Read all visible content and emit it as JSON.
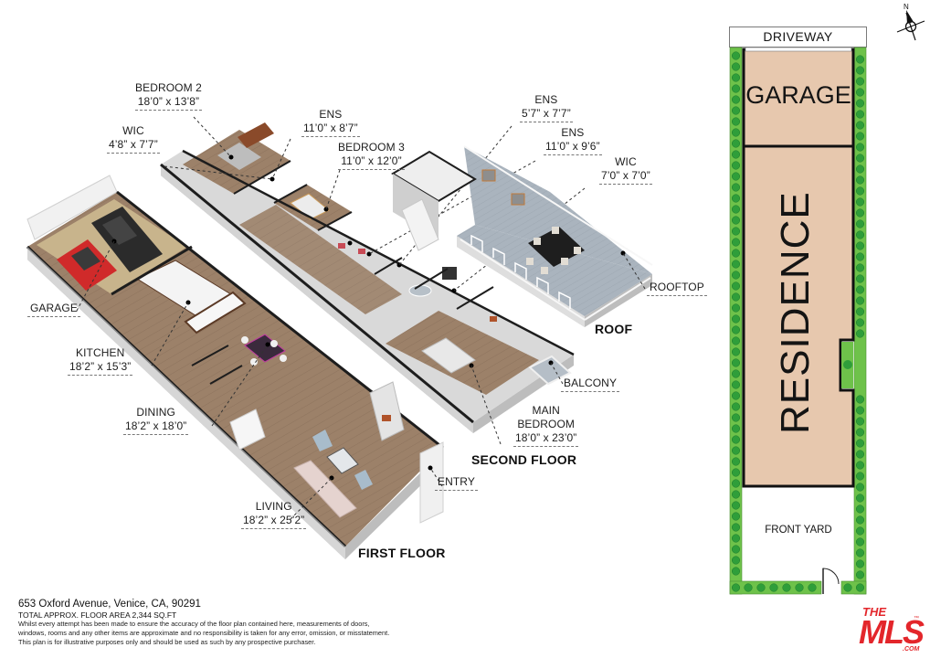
{
  "floors": {
    "first": {
      "title": "FIRST FLOOR",
      "rooms": [
        {
          "name": "GARAGE",
          "dims": ""
        },
        {
          "name": "KITCHEN",
          "dims": "18’2” x 15’3”"
        },
        {
          "name": "DINING",
          "dims": "18’2” x 18’0”"
        },
        {
          "name": "LIVING",
          "dims": "18’2” x 25’2”"
        },
        {
          "name": "ENTRY",
          "dims": ""
        }
      ]
    },
    "second": {
      "title": "SECOND FLOOR",
      "rooms": [
        {
          "name": "BEDROOM 2",
          "dims": "18’0” x 13’8”"
        },
        {
          "name": "WIC",
          "dims": "4’8” x 7’7”"
        },
        {
          "name": "ENS",
          "dims": "11’0” x 8’7”"
        },
        {
          "name": "BEDROOM 3",
          "dims": "11’0” x 12’0”"
        },
        {
          "name": "ENS",
          "dims": "5’7” x 7’7”"
        },
        {
          "name": "ENS",
          "dims": "11’0” x 9’6”"
        },
        {
          "name": "WIC",
          "dims": "7’0” x 7’0”"
        },
        {
          "name": "MAIN BEDROOM",
          "name_line1": "MAIN",
          "name_line2": "BEDROOM",
          "dims": "18’0” x 23’0”"
        },
        {
          "name": "BALCONY",
          "dims": ""
        }
      ]
    },
    "roof": {
      "title": "ROOF",
      "rooms": [
        {
          "name": "ROOFTOP",
          "dims": ""
        }
      ]
    }
  },
  "site_plan": {
    "driveway": "DRIVEWAY",
    "garage": "GARAGE",
    "residence": "RESIDENCE",
    "front_yard": "FRONT YARD",
    "compass_north": "N"
  },
  "footer": {
    "address": "653 Oxford Avenue, Venice, CA, 90291",
    "total_area": "TOTAL APPROX. FLOOR AREA 2,344 SQ.FT",
    "disclaimer_1": "Whilst every attempt has been made to ensure the accuracy of the floor plan contained here, measurements of doors,",
    "disclaimer_2": "windows, rooms and any other items are approximate and no responsibility is taken for any error, omission, or misstatement.",
    "disclaimer_3": "This plan is for illustrative purposes only and should be used as such by any prospective purchaser."
  },
  "logo": {
    "the": "THE",
    "mls": "MLS",
    "dotcom": ".COM",
    "tm": "™"
  },
  "colors": {
    "floor_wood": "#9b8068",
    "wall_gray": "#cfcfcf",
    "wall_dark": "#222222",
    "roof_deck": "#a9b3bd",
    "site_beige": "#e5c7ae",
    "hedge_green": "#6cc04a",
    "shrub_green": "#2e9c3a",
    "mls_red": "#e3262b",
    "car_red": "#d22b2b",
    "car_black": "#2a2a2a"
  }
}
